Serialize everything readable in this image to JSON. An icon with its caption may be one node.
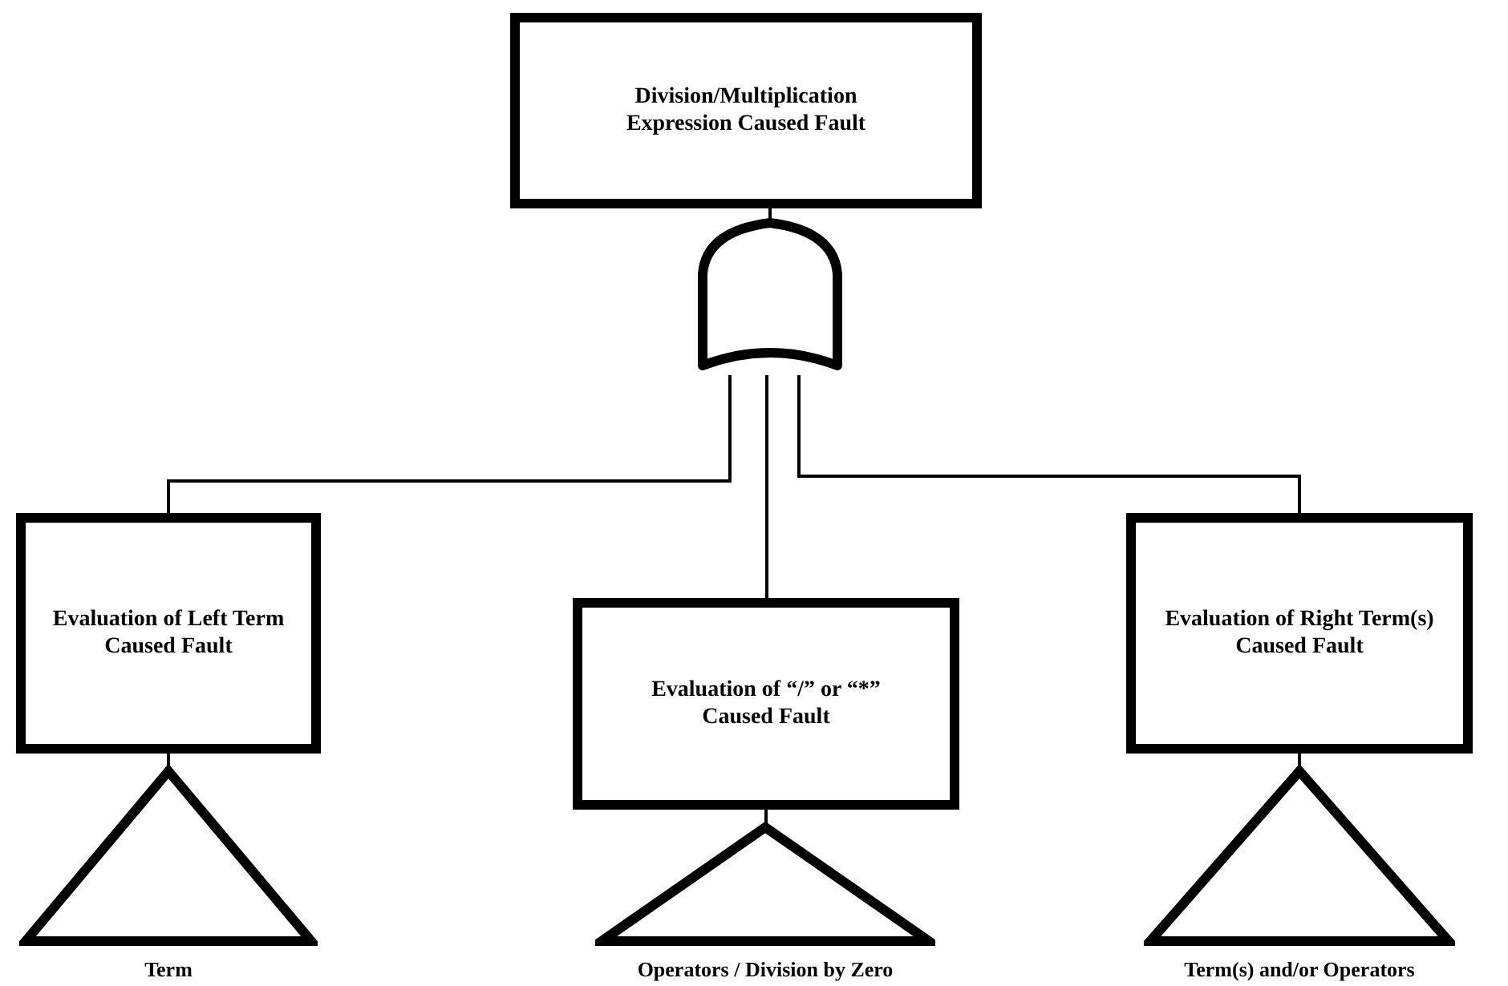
{
  "diagram": {
    "nodes": [
      {
        "text": [
          "Division/Multiplication Expression Caused Fault"
        ]
      },
      {
        "text": [],
        "shape": "gate"
      },
      {
        "text": [
          "Evaluation of Left Term Caused Fault"
        ]
      },
      {
        "text": [
          "Evaluation of “/” or “*” Caused Fault"
        ]
      },
      {
        "text": [
          "Evaluation of Right Term(s) Caused Fault"
        ]
      },
      {
        "text": [],
        "shape": "triangle",
        "beside": [
          "Term"
        ]
      },
      {
        "text": [],
        "shape": "triangle",
        "beside": [
          "Operators / Division by Zero"
        ]
      },
      {
        "text": [],
        "shape": "triangle",
        "beside": [
          "Term(s) and/or Operators"
        ]
      }
    ],
    "edges": [
      {
        "from": 0,
        "to": 1,
        "arrow": "none"
      },
      {
        "from": 1,
        "to": 2,
        "arrow": "none"
      },
      {
        "from": 1,
        "to": 3,
        "arrow": "none"
      },
      {
        "from": 1,
        "to": 4,
        "arrow": "none"
      },
      {
        "from": 2,
        "to": 5,
        "arrow": "none"
      },
      {
        "from": 3,
        "to": 6,
        "arrow": "none"
      },
      {
        "from": 4,
        "to": 7,
        "arrow": "none"
      }
    ]
  }
}
